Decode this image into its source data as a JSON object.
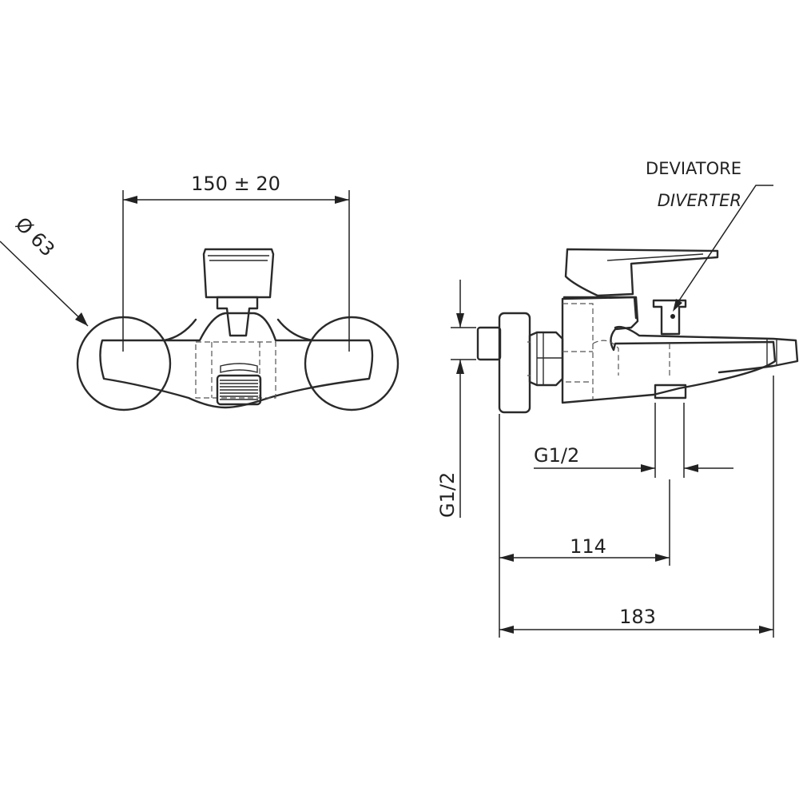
{
  "dimensions": {
    "centers_distance": "150 ± 20",
    "flange_diameter": "Ø 63",
    "inlet_thread_vertical": "G1/2",
    "outlet_thread": "G1/2",
    "diverter_distance": "114",
    "overall_depth": "183"
  },
  "labels": {
    "diverter_it": "DEVIATORE",
    "diverter_en": "DIVERTER"
  },
  "colors": {
    "line": "#2a2a2a",
    "background": "#ffffff"
  }
}
